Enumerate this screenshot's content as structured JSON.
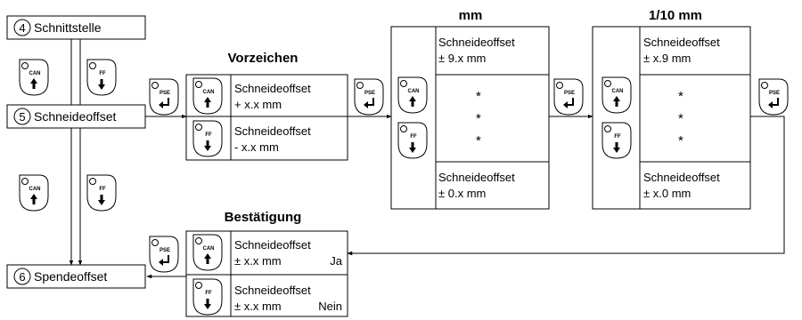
{
  "states": {
    "s4": {
      "num": "4",
      "label": "Schnittstelle"
    },
    "s5": {
      "num": "5",
      "label": "Schneideoffset"
    },
    "s6": {
      "num": "6",
      "label": "Spendeoffset"
    }
  },
  "titles": {
    "vorzeichen": "Vorzeichen",
    "mm": "mm",
    "tenth_mm": "1/10 mm",
    "bestaetigung": "Bestätigung"
  },
  "keys": {
    "can": "CAN",
    "ff": "FF",
    "pse": "PSE"
  },
  "vorzeichen": {
    "plus": {
      "line1": "Schneideoffset",
      "line2": "+ x.x mm"
    },
    "minus": {
      "line1": "Schneideoffset",
      "line2": "- x.x mm"
    }
  },
  "mm_panel": {
    "top": {
      "line1": "Schneideoffset",
      "line2": "± 9.x mm"
    },
    "bottom": {
      "line1": "Schneideoffset",
      "line2": "± 0.x mm"
    },
    "star": "*"
  },
  "tenth_panel": {
    "top": {
      "line1": "Schneideoffset",
      "line2": "± x.9 mm"
    },
    "bottom": {
      "line1": "Schneideoffset",
      "line2": "± x.0 mm"
    },
    "star": "*"
  },
  "bestaetigung": {
    "ja": {
      "line1": "Schneideoffset",
      "line2": "± x.x mm",
      "answer": "Ja"
    },
    "nein": {
      "line1": "Schneideoffset",
      "line2": "± x.x mm",
      "answer": "Nein"
    }
  }
}
